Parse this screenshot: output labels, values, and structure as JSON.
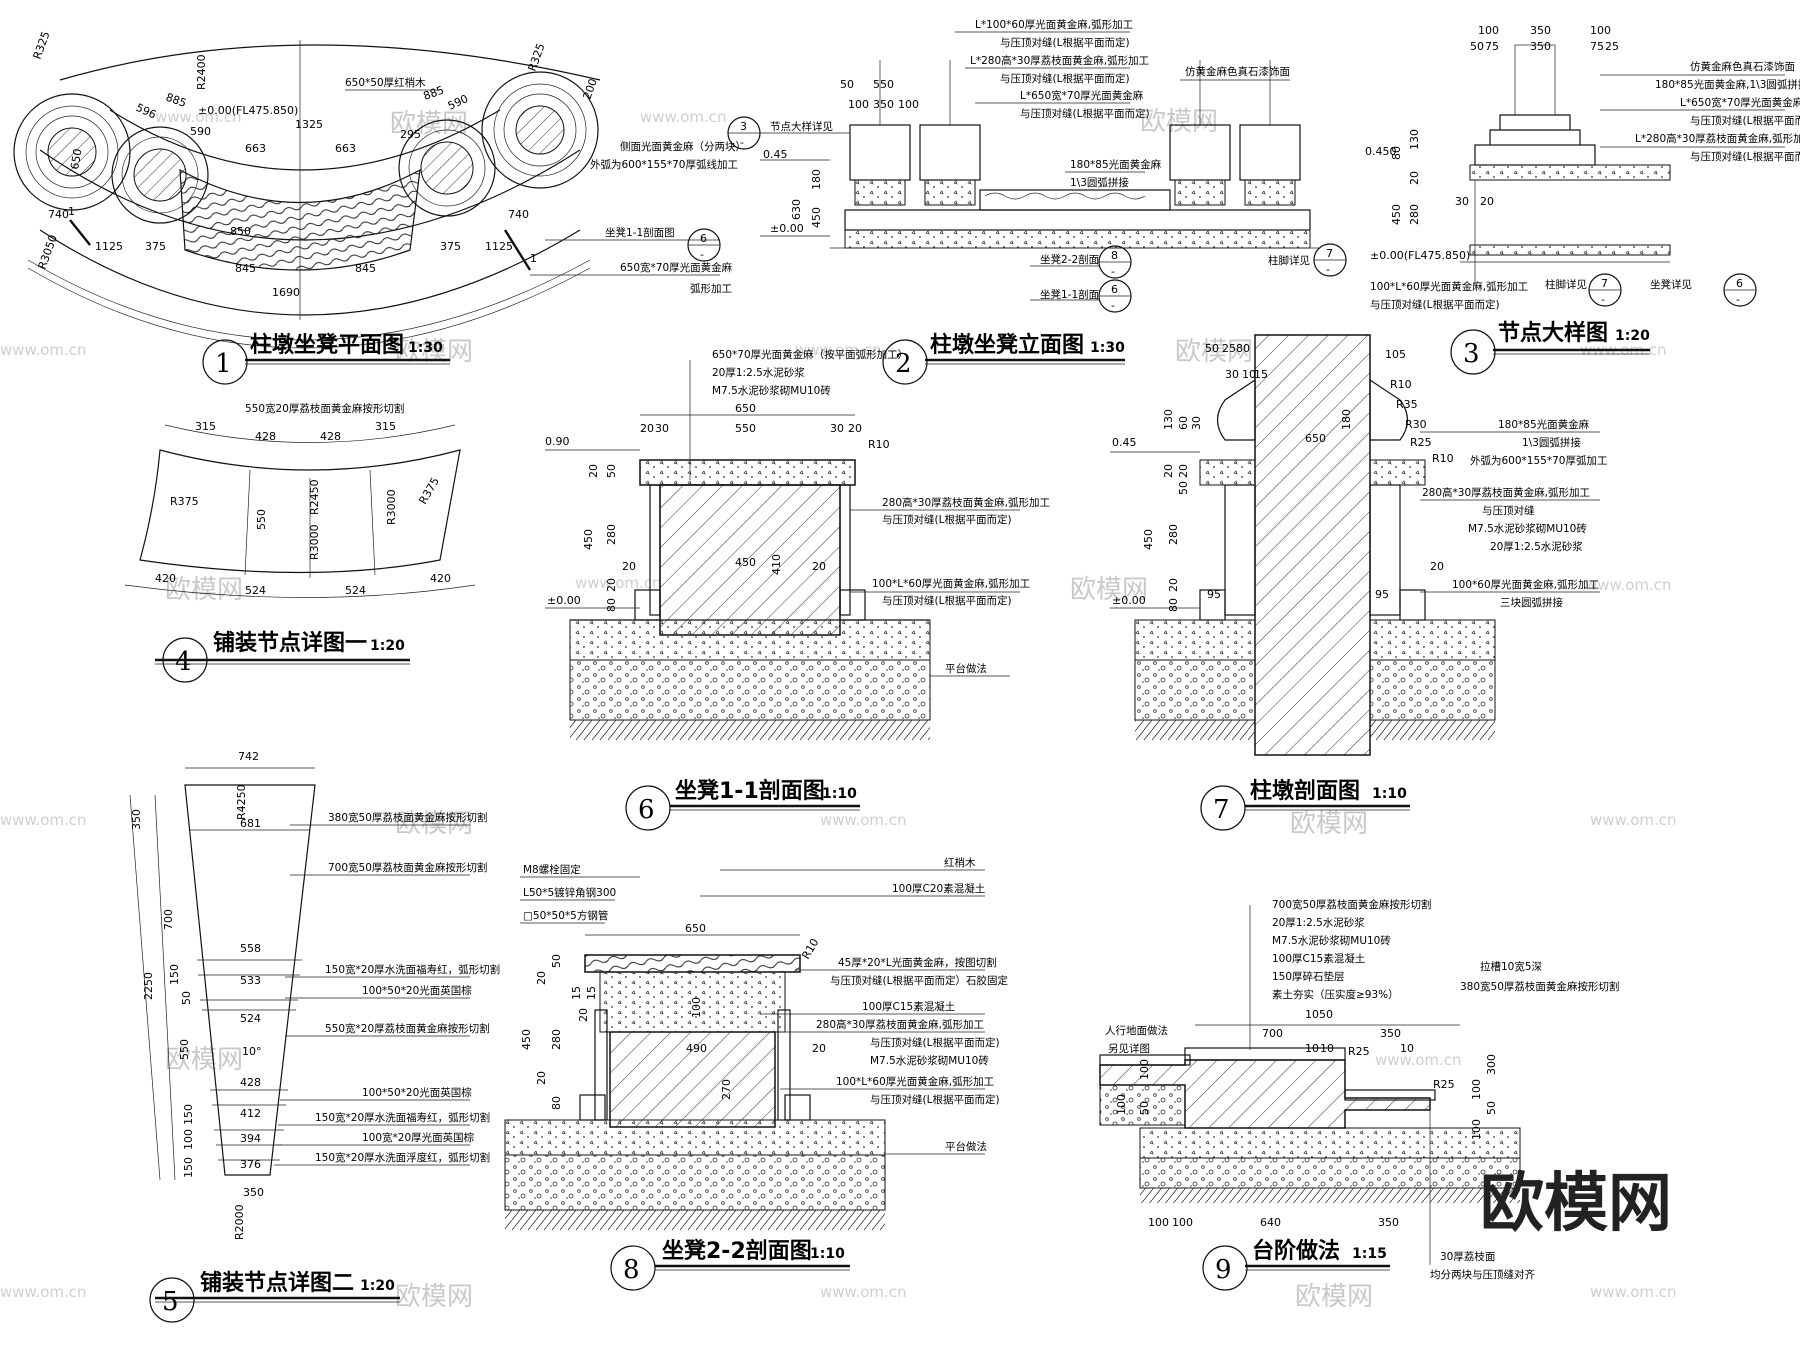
{
  "watermark": {
    "site": "www.om.cn",
    "brand_cn": "欧模网",
    "logo": "欧模网"
  },
  "views": [
    {
      "id": "v1",
      "number": "1",
      "title": "柱墩坐凳平面图",
      "scale": "1:30"
    },
    {
      "id": "v2",
      "number": "2",
      "title": "柱墩坐凳立面图",
      "scale": "1:30"
    },
    {
      "id": "v3",
      "number": "3",
      "title": "节点大样图",
      "scale": "1:20"
    },
    {
      "id": "v4",
      "number": "4",
      "title": "铺装节点详图一",
      "scale": "1:20"
    },
    {
      "id": "v5",
      "number": "5",
      "title": "铺装节点详图二",
      "scale": "1:20"
    },
    {
      "id": "v6",
      "number": "6",
      "title": "坐凳1-1剖面图",
      "scale": "1:10"
    },
    {
      "id": "v7",
      "number": "7",
      "title": "柱墩剖面图",
      "scale": "1:10"
    },
    {
      "id": "v8",
      "number": "8",
      "title": "坐凳2-2剖面图",
      "scale": "1:10"
    },
    {
      "id": "v9",
      "number": "9",
      "title": "台阶做法",
      "scale": "1:15"
    }
  ],
  "plan_notes": {
    "wood": "650*50厚红梢木",
    "elev": "±0.00(FL475.850)",
    "side_stone": "侧面光面黄金麻（分两块）",
    "outer_arc": "外弧为600*155*70厚弧线加工",
    "sec_ref": "坐凳1-1剖面图",
    "bottom_note1": "650宽*70厚光面黄金麻",
    "bottom_note2": "弧形加工",
    "dims": [
      "R325",
      "R2400",
      "885",
      "885",
      "596",
      "590",
      "1325",
      "663",
      "663",
      "295",
      "R325",
      "650",
      "740",
      "740",
      "375",
      "375",
      "845",
      "845",
      "1125",
      "1125",
      "1690",
      "R3050",
      "200",
      "850",
      "590"
    ]
  },
  "elev_notes": {
    "l1": "L*100*60厚光面黄金麻,弧形加工",
    "l1b": "与压顶对缝(L根据平面而定)",
    "l2": "L*280高*30厚荔枝面黄金麻,弧形加工",
    "l2b": "与压顶对缝(L根据平面而定)",
    "l3": "L*650宽*70厚光面黄金麻",
    "l3b": "与压顶对缝(L根据平面而定)",
    "l4": "仿黄金麻色真石漆饰面",
    "l5": "180*85光面黄金麻",
    "l6": "1\\3圆弧拼接",
    "ref_detail": "节点大样详见",
    "ref_foot": "柱脚详见",
    "ref_s22": "坐凳2-2剖面",
    "ref_s11": "坐凳1-1剖面",
    "dims": [
      "50",
      "550",
      "100",
      "350",
      "100",
      "0.45",
      "180",
      "630",
      "450",
      "±0.00"
    ]
  },
  "detail_notes": {
    "l1": "仿黄金麻色真石漆饰面",
    "l2": "180*85光面黄金麻,1\\3圆弧拼接",
    "l3": "L*650宽*70厚光面黄金麻",
    "l3b": "与压顶对缝(L根据平面而定)",
    "l4": "L*280高*30厚荔枝面黄金麻,弧形加工",
    "l4b": "与压顶对缝(L根据平面而定)",
    "b1": "100*L*60厚光面黄金麻,弧形加工",
    "b2": "与压顶对缝(L根据平面而定)",
    "ref_foot": "柱脚详见",
    "ref_seat": "坐凳详见",
    "elev": "±0.00(FL475.850)",
    "dims": [
      "100",
      "350",
      "100",
      "50",
      "75",
      "350",
      "75",
      "25",
      "0.450",
      "80",
      "130",
      "20",
      "450",
      "280",
      "30",
      "20"
    ]
  },
  "paving1": {
    "top": "550宽20厚荔枝面黄金麻按形切割",
    "dims": [
      "315",
      "428",
      "428",
      "315",
      "R375",
      "550",
      "R2450",
      "R3000",
      "R3000",
      "R375",
      "420",
      "524",
      "524",
      "420"
    ]
  },
  "paving2": {
    "labels": [
      "380宽50厚荔枝面黄金麻按形切割",
      "700宽50厚荔枝面黄金麻按形切割",
      "150宽*20厚水洗面福寿红，弧形切割",
      "100*50*20光面英国棕",
      "550宽*20厚荔枝面黄金麻按形切割",
      "100*50*20光面英国棕",
      "150宽*20厚水洗面福寿红，弧形切割",
      "100宽*20厚光面英国棕",
      "150宽*20厚水洗面浮度红，弧形切割"
    ],
    "dims": [
      "742",
      "R4250",
      "681",
      "558",
      "533",
      "524",
      "10°",
      "428",
      "412",
      "394",
      "376",
      "350",
      "R2000",
      "350",
      "700",
      "2250",
      "150",
      "50",
      "550",
      "150",
      "100",
      "150"
    ]
  },
  "sec11": {
    "notes": [
      "650*70厚光面黄金麻（按平面弧形加工）",
      "20厚1:2.5水泥砂浆",
      "M7.5水泥砂浆砌MU10砖",
      "280高*30厚荔枝面黄金麻,弧形加工",
      "与压顶对缝(L根据平面而定)",
      "100*L*60厚光面黄金麻,弧形加工",
      "与压顶对缝(L根据平面而定)",
      "平台做法"
    ],
    "dims": [
      "650",
      "20",
      "30",
      "550",
      "30",
      "20",
      "R10",
      "0.90",
      "20",
      "50",
      "280",
      "450",
      "20",
      "80",
      "±0.00",
      "450",
      "410",
      "20",
      "20"
    ]
  },
  "pier": {
    "notes": [
      "180*85光面黄金麻",
      "1\\3圆弧拼接",
      "外弧为600*155*70厚弧加工",
      "280高*30厚荔枝面黄金麻,弧形加工",
      "与压顶对缝",
      "M7.5水泥砂浆砌MU10砖",
      "20厚1:2.5水泥砂浆",
      "100*60厚光面黄金麻,弧形加工",
      "三块圆弧拼接"
    ],
    "dims": [
      "50",
      "25",
      "80",
      "105",
      "30",
      "10",
      "15",
      "R10",
      "R35",
      "R30",
      "R25",
      "R10",
      "650",
      "180",
      "0.45",
      "130",
      "60",
      "30",
      "20",
      "20",
      "50",
      "450",
      "280",
      "20",
      "20",
      "80",
      "95",
      "95",
      "±0.00"
    ]
  },
  "sec22": {
    "notes_left": [
      "M8螺栓固定",
      "L50*5镀锌角钢300",
      "□50*50*5方钢管"
    ],
    "notes_right": [
      "红梢木",
      "100厚C20素混凝土",
      "45厚*20*L光面黄金麻，按图切割",
      "与压顶对缝(L根据平面而定）石胶固定",
      "100厚C15素混凝土",
      "280高*30厚荔枝面黄金麻,弧形加工",
      "与压顶对缝(L根据平面而定)",
      "M7.5水泥砂浆砌MU10砖",
      "100*L*60厚光面黄金麻,弧形加工",
      "与压顶对缝(L根据平面而定)",
      "平台做法"
    ],
    "dims": [
      "650",
      "R10",
      "50",
      "20",
      "15",
      "15",
      "20",
      "100",
      "280",
      "450",
      "490",
      "270",
      "20",
      "20",
      "80"
    ]
  },
  "steps": {
    "notes": [
      "700宽50厚荔枝面黄金麻按形切割",
      "20厚1:2.5水泥砂浆",
      "M7.5水泥砂浆砌MU10砖",
      "100厚C15素混凝土",
      "150厚碎石垫层",
      "素土夯实（压实度≥93%）",
      "拉槽10宽5深",
      "380宽50厚荔枝面黄金麻按形切割",
      "人行地面做法",
      "另见详图",
      "30厚荔枝面",
      "均分两块与压顶缝对齐"
    ],
    "dims": [
      "1050",
      "700",
      "350",
      "10",
      "10",
      "10",
      "R25",
      "R25",
      "100",
      "100",
      "50",
      "300",
      "640",
      "350",
      "100",
      "100",
      "100",
      "50",
      "100"
    ]
  }
}
